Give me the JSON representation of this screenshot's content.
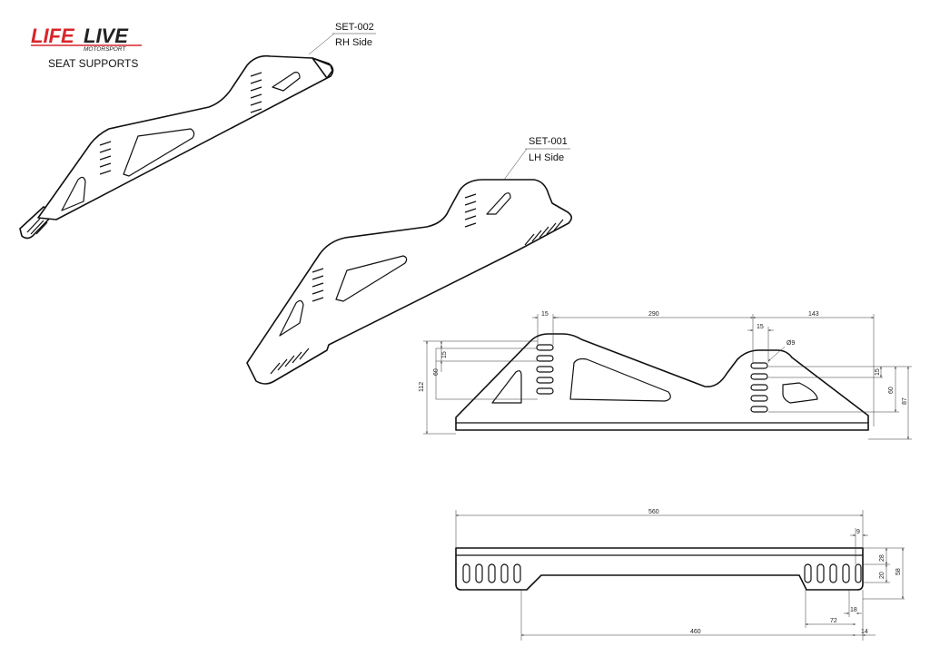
{
  "brand": {
    "logo_text_left": "LIFE",
    "logo_text_right": "LIVE",
    "logo_subtext": "MOTORSPORT",
    "colors": {
      "red": "#d7262c",
      "dark": "#222222"
    }
  },
  "sheet_title": "SEAT SUPPORTS",
  "parts": [
    {
      "code": "SET-002",
      "side": "RH Side"
    },
    {
      "code": "SET-001",
      "side": "LH Side"
    }
  ],
  "side_view_dims": {
    "slot_width": "15",
    "middle_span": "290",
    "right_span": "143",
    "right_slot_width": "15",
    "hole_dia": "Ø9",
    "left_slot_pitch": "15",
    "left_slot_span": "60",
    "overall_height": "112",
    "right_slot_pitch": "15",
    "right_slot_span": "60",
    "right_height": "87"
  },
  "top_view_dims": {
    "overall_length": "560",
    "end_offset": "9",
    "flange_width": "28",
    "slot_length": "20",
    "overall_width": "58",
    "slot_gap": "18",
    "slot_group": "72",
    "slot_centers": "460",
    "end_margin": "14"
  }
}
